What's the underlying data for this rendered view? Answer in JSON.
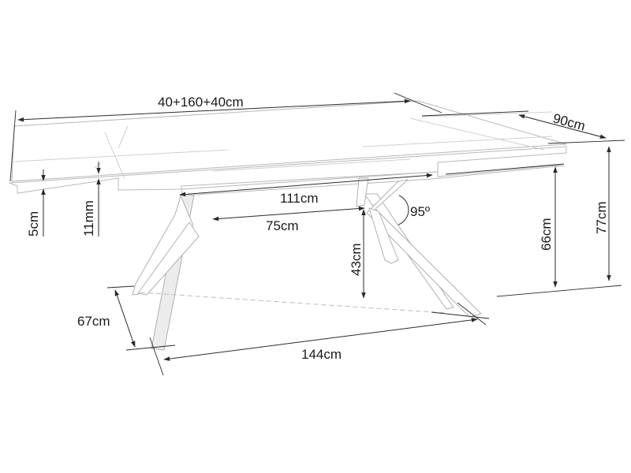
{
  "diagram": {
    "subject": "Extendable dining table dimension drawing",
    "colors": {
      "background": "#ffffff",
      "lines": "#2a2a2a",
      "outline": "#b8b8b8",
      "text": "#1a1a1a"
    },
    "dimensions": {
      "total_length": "40+160+40cm",
      "width": "90cm",
      "total_height": "77cm",
      "clearance_height": "66cm",
      "top_thickness": "5cm",
      "glass_thickness": "11mm",
      "leg_top_span": "111cm",
      "leg_inner_span": "75cm",
      "leg_joint_height": "43cm",
      "leg_angle": "95º",
      "foot_depth": "67cm",
      "foot_length": "144cm"
    }
  }
}
